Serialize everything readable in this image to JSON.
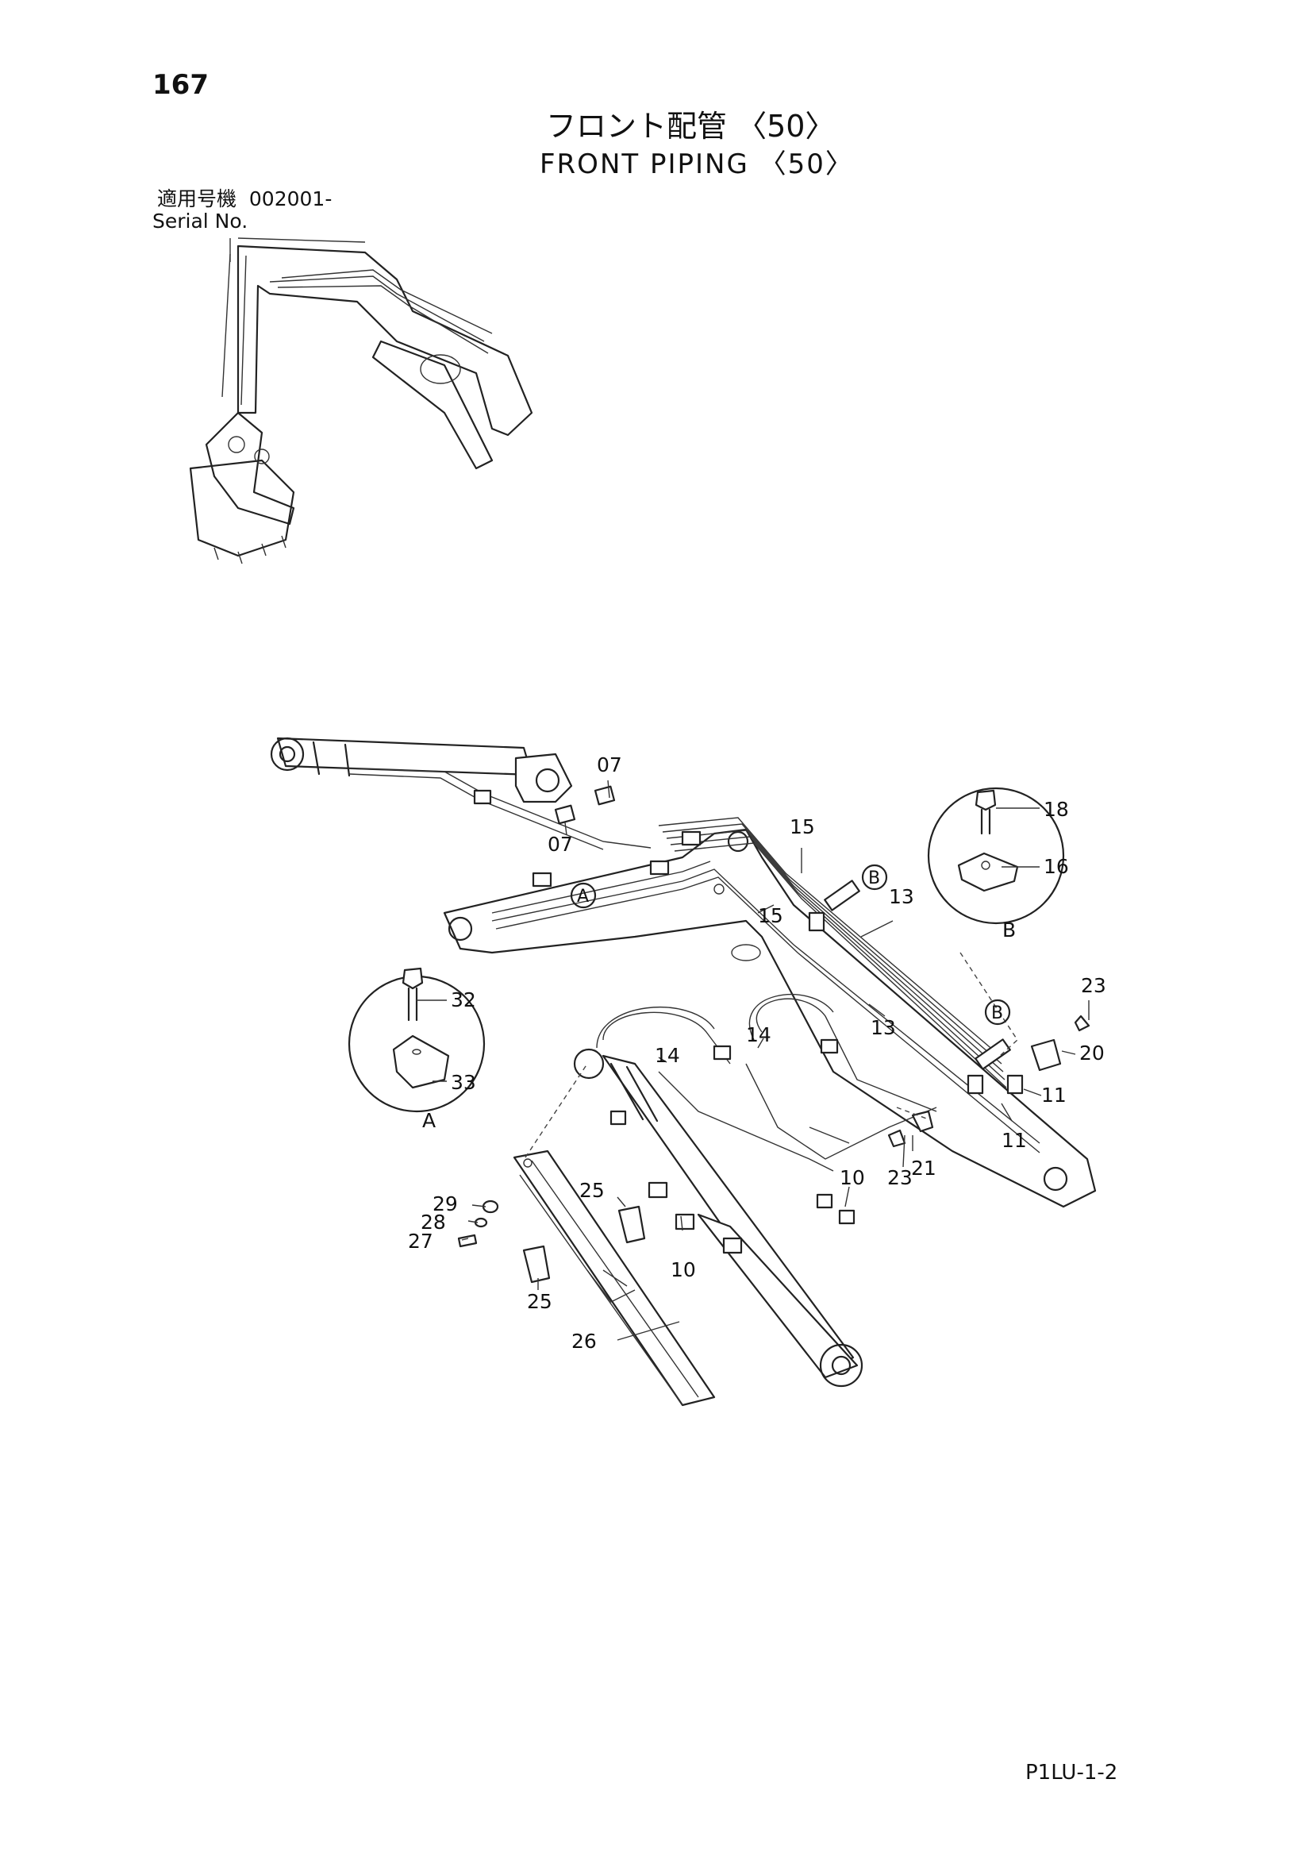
{
  "header": {
    "page_number": "167",
    "title_jp": "フロント配管 〈50〉",
    "title_en": "FRONT PIPING 〈50〉",
    "serial_label_jp": "適用号機  002001-",
    "serial_label_en": "Serial No."
  },
  "footer": {
    "doc_code": "P1LU-1-2"
  },
  "detail_views": [
    {
      "mark": "A",
      "callouts": [
        "32",
        "33"
      ]
    },
    {
      "mark": "B",
      "callouts": [
        "18",
        "16"
      ]
    }
  ],
  "callouts": {
    "c07a": "07",
    "c07b": "07",
    "c15a": "15",
    "c15b": "15",
    "c13a": "13",
    "c13b": "13",
    "c14a": "14",
    "c14b": "14",
    "c23a": "23",
    "c23b": "23",
    "c20": "20",
    "c11a": "11",
    "c11b": "11",
    "c21": "21",
    "c10a": "10",
    "c10b": "10",
    "c29": "29",
    "c28": "28",
    "c27": "27",
    "c25a": "25",
    "c25b": "25",
    "c26": "26",
    "c18": "18",
    "c16": "16",
    "c32": "32",
    "c33": "33"
  },
  "view_marks": {
    "a_circle_1": "A",
    "a_view": "A",
    "b_circle_1": "B",
    "b_circle_2": "B",
    "b_view": "B"
  }
}
